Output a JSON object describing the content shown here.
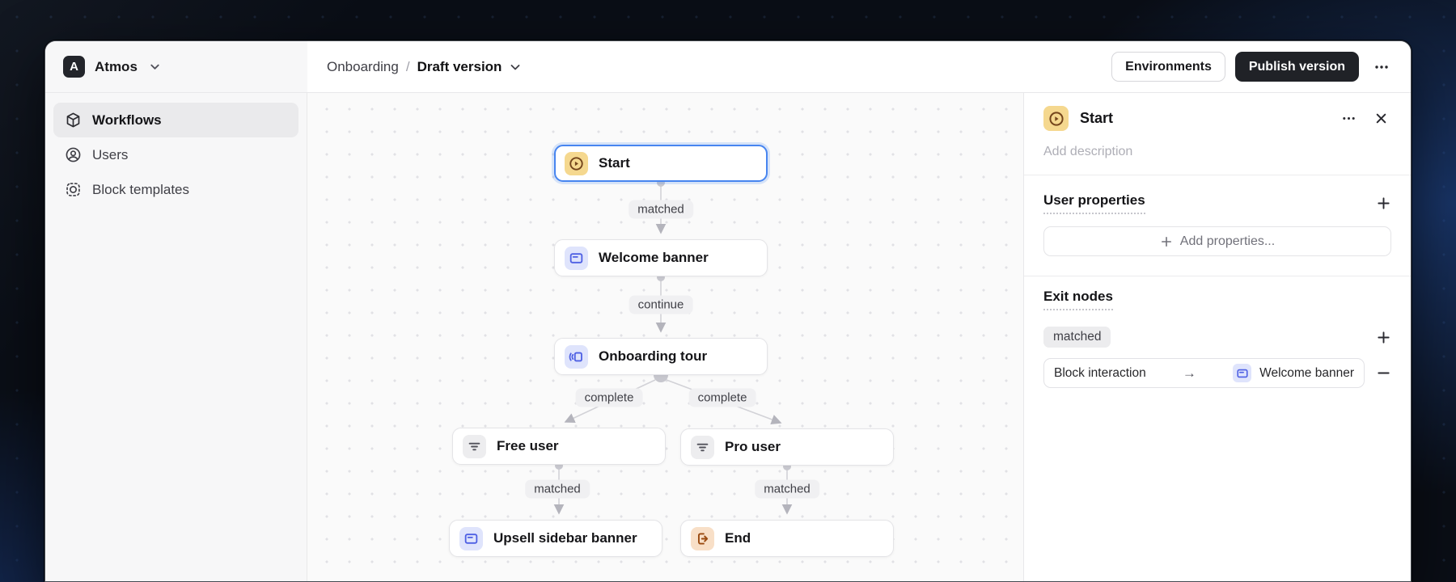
{
  "app": {
    "name": "Atmos",
    "logo_letter": "A"
  },
  "header": {
    "breadcrumb": {
      "parent": "Onboarding",
      "separator": "/",
      "current": "Draft version"
    },
    "environments_label": "Environments",
    "publish_label": "Publish version"
  },
  "sidebar": {
    "items": [
      {
        "label": "Workflows",
        "icon": "cube-icon",
        "active": true
      },
      {
        "label": "Users",
        "icon": "user-circle-icon",
        "active": false
      },
      {
        "label": "Block templates",
        "icon": "block-template-icon",
        "active": false
      }
    ]
  },
  "canvas": {
    "nodes": [
      {
        "id": "start",
        "label": "Start",
        "icon": "play-circle-icon",
        "selected": true
      },
      {
        "id": "welcome-banner",
        "label": "Welcome banner",
        "icon": "banner-icon"
      },
      {
        "id": "onboarding-tour",
        "label": "Onboarding tour",
        "icon": "tour-icon"
      },
      {
        "id": "free-user",
        "label": "Free user",
        "icon": "filter-icon"
      },
      {
        "id": "pro-user",
        "label": "Pro user",
        "icon": "filter-icon"
      },
      {
        "id": "upsell-sidebar-banner",
        "label": "Upsell sidebar banner",
        "icon": "banner-icon"
      },
      {
        "id": "end",
        "label": "End",
        "icon": "exit-icon"
      }
    ],
    "edges": [
      {
        "from": "start",
        "to": "welcome-banner",
        "label": "matched"
      },
      {
        "from": "welcome-banner",
        "to": "onboarding-tour",
        "label": "continue"
      },
      {
        "from": "onboarding-tour",
        "to": "free-user",
        "label": "complete"
      },
      {
        "from": "onboarding-tour",
        "to": "pro-user",
        "label": "complete"
      },
      {
        "from": "free-user",
        "to": "upsell-sidebar-banner",
        "label": "matched"
      },
      {
        "from": "pro-user",
        "to": "end",
        "label": "matched"
      }
    ]
  },
  "inspector": {
    "title": "Start",
    "description_placeholder": "Add description",
    "user_properties": {
      "heading": "User properties",
      "add_button": "Add properties..."
    },
    "exit_nodes": {
      "heading": "Exit nodes",
      "exit_label": "matched",
      "interaction": {
        "event": "Block interaction",
        "target": "Welcome banner"
      }
    }
  },
  "colors": {
    "selection_blue": "#4785f0",
    "start_icon_bg": "#f5d88f",
    "start_icon_glyph": "#74451c",
    "banner_icon_bg": "#dfe4fc",
    "banner_icon_glyph": "#4d5fe3",
    "end_icon_bg": "#f8dfc7",
    "end_icon_glyph": "#9a4a10",
    "publish_button_bg": "#202227",
    "sidebar_bg": "#f7f7f8",
    "canvas_bg": "#fafafa"
  }
}
